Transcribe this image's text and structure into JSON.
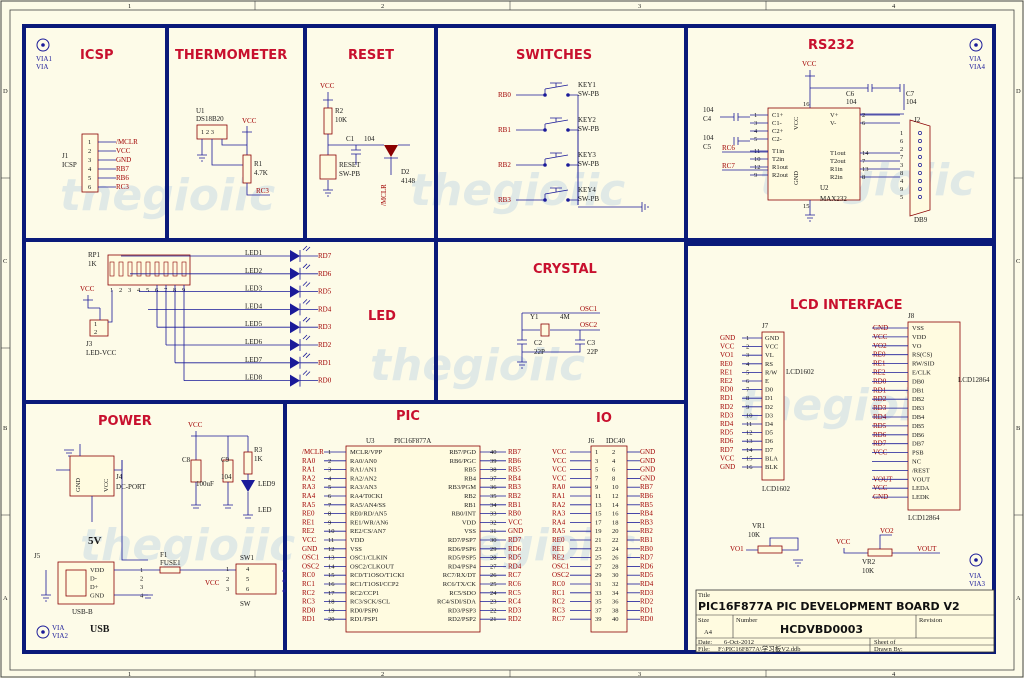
{
  "frame": {
    "cols": [
      "1",
      "2",
      "3",
      "4"
    ],
    "rows": [
      "D",
      "C",
      "B",
      "A"
    ]
  },
  "sections": {
    "icsp": "ICSP",
    "thermo": "THERMOMETER",
    "reset": "RESET",
    "switches": "SWITCHES",
    "rs232": "RS232",
    "led": "LED",
    "crystal": "CRYSTAL",
    "lcd": "LCD INTERFACE",
    "power": "POWER",
    "pic": "PIC",
    "io": "IO"
  },
  "watermark": "thegioiic",
  "vias": {
    "via1": "VIA1",
    "via4": "VIA4",
    "via2": "VIA2",
    "via3": "VIA3",
    "via": "VIA"
  },
  "icsp": {
    "ref": "J1",
    "name": "ICSP",
    "pins": [
      "1",
      "2",
      "3",
      "4",
      "5",
      "6"
    ],
    "nets": [
      "/MCLR",
      "VCC",
      "GND",
      "RB7",
      "RB6",
      "RC3"
    ]
  },
  "thermo": {
    "ref": "U1",
    "part": "DS18B20",
    "r": "R1",
    "rv": "4.7K",
    "vcc": "VCC",
    "net": "RC3"
  },
  "reset": {
    "vcc": "VCC",
    "r": "R2",
    "rv": "10K",
    "c": "C1",
    "cv": "104",
    "sw": "RESET",
    "swt": "SW-PB",
    "d": "D2",
    "dv": "4148",
    "net": "/MCLR"
  },
  "switches": {
    "keys": [
      "KEY1",
      "KEY2",
      "KEY3",
      "KEY4"
    ],
    "type": "SW-PB",
    "nets": [
      "RB0",
      "RB1",
      "RB2",
      "RB3"
    ]
  },
  "rs232": {
    "vcc": "VCC",
    "u": "U2",
    "part": "MAX232",
    "j": "J2",
    "conn": "DB9",
    "c4": "C4",
    "c5": "C5",
    "c6": "C6",
    "c7": "C7",
    "cv": "104",
    "lpins": [
      "C1+",
      "C1-",
      "C2+",
      "C2-",
      "T1in",
      "T2in",
      "R1out",
      "R2out"
    ],
    "lnums": [
      "1",
      "3",
      "4",
      "5",
      "11",
      "10",
      "12",
      "9"
    ],
    "rpins": [
      "V+",
      "V-",
      "T1out",
      "T2out",
      "R1in",
      "R2in"
    ],
    "rnums": [
      "2",
      "6",
      "14",
      "7",
      "13",
      "8"
    ],
    "top": "16",
    "bot": "15",
    "nets": [
      "RC6",
      "RC7"
    ],
    "vcc_pin": "VCC",
    "gnd_pin": "GND"
  },
  "led": {
    "rp": "RP1",
    "rpv": "1K",
    "vcc": "VCC",
    "j": "J3",
    "jn": "LED-VCC",
    "leds": [
      "LED1",
      "LED2",
      "LED3",
      "LED4",
      "LED5",
      "LED6",
      "LED7",
      "LED8"
    ],
    "nets": [
      "RD7",
      "RD6",
      "RD5",
      "RD4",
      "RD3",
      "RD2",
      "RD1",
      "RD0"
    ],
    "rpn": [
      "1",
      "2",
      "3",
      "4",
      "5",
      "6",
      "7",
      "8",
      "9"
    ],
    "jp": [
      "1",
      "2"
    ]
  },
  "crystal": {
    "y": "Y1",
    "yv": "4M",
    "c2": "C2",
    "c3": "C3",
    "cv": "22P",
    "n1": "OSC1",
    "n2": "OSC2"
  },
  "lcd1602": {
    "ref": "J7",
    "name": "LCD1602",
    "pins": [
      "GND",
      "VCC",
      "VL",
      "RS",
      "R/W",
      "E",
      "D0",
      "D1",
      "D2",
      "D3",
      "D4",
      "D5",
      "D6",
      "D7",
      "BLA",
      "BLK"
    ],
    "nets": [
      "GND",
      "VCC",
      "VO1",
      "RE0",
      "RE1",
      "RE2",
      "RD0",
      "RD1",
      "RD2",
      "RD3",
      "RD4",
      "RD5",
      "RD6",
      "RD7",
      "VCC",
      "GND"
    ],
    "nums": [
      "1",
      "2",
      "3",
      "4",
      "5",
      "6",
      "7",
      "8",
      "9",
      "10",
      "11",
      "12",
      "13",
      "14",
      "15",
      "16"
    ]
  },
  "lcd12864": {
    "ref": "J8",
    "name": "LCD12864",
    "pins": [
      "VSS",
      "VDD",
      "VO",
      "RS(CS)",
      "RW/SID",
      "E/CLK",
      "DB0",
      "DB1",
      "DB2",
      "DB3",
      "DB4",
      "DB5",
      "DB6",
      "DB7",
      "PSB",
      "NC",
      "/REST",
      "VOUT",
      "LEDA",
      "LEDK"
    ],
    "nets": [
      "GND",
      "VCC",
      "VO2",
      "RE0",
      "RE1",
      "RE2",
      "RD0",
      "RD1",
      "RD2",
      "RD3",
      "RD4",
      "RD5",
      "RD6",
      "RD7",
      "VCC",
      "",
      "",
      "VOUT",
      "VCC",
      "GND"
    ]
  },
  "pots": {
    "vr1": "VR1",
    "vr1v": "10K",
    "vo1": "VO1",
    "vr2": "VR2",
    "vr2v": "10K",
    "vo2": "VO2",
    "vcc": "VCC",
    "vout": "VOUT"
  },
  "power": {
    "j": "J4",
    "jn": "DC-PORT",
    "c8": "C8",
    "c8v": "100uF",
    "c9": "C9",
    "c9v": "104",
    "r3": "R3",
    "r3v": "1K",
    "led": "LED9",
    "ledv": "LED",
    "vcc": "VCC",
    "v5": "5V",
    "j5": "J5",
    "usb": "USB-B",
    "usbn": "USB",
    "f": "F1",
    "fv": "FUSE1",
    "sw": "SW1",
    "swv": "SW",
    "usbpins": [
      "VDD",
      "D-",
      "D+",
      "GND"
    ],
    "gnd": "GND",
    "vcc_s": "VCC"
  },
  "pic": {
    "u": "U3",
    "part": "PIC16F877A",
    "lpins": [
      "MCLR/VPP",
      "RA0/AN0",
      "RA1/AN1",
      "RA2/AN2",
      "RA3/AN3",
      "RA4/T0CKI",
      "RA5/AN4/SS",
      "RE0/RD/AN5",
      "RE1/WR/AN6",
      "RE2/CS/AN7",
      "VDD",
      "VSS",
      "OSC1/CLKIN",
      "OSC2/CLKOUT",
      "RC0/T1OSO/T1CKI",
      "RC1/T1OSI/CCP2",
      "RC2/CCP1",
      "RC3/SCK/SCL",
      "RD0/PSP0",
      "RD1/PSP1"
    ],
    "lnets": [
      "/MCLR",
      "RA0",
      "RA1",
      "RA2",
      "RA3",
      "RA4",
      "RA5",
      "RE0",
      "RE1",
      "RE2",
      "VCC",
      "GND",
      "OSC1",
      "OSC2",
      "RC0",
      "RC1",
      "RC2",
      "RC3",
      "RD0",
      "RD1"
    ],
    "rpins": [
      "RB7/PGD",
      "RB6/PGC",
      "RB5",
      "RB4",
      "RB3/PGM",
      "RB2",
      "RB1",
      "RB0/INT",
      "VDD",
      "VSS",
      "RD7/PSP7",
      "RD6/PSP6",
      "RD5/PSP5",
      "RD4/PSP4",
      "RC7/RX/DT",
      "RC6/TX/CK",
      "RC5/SDO",
      "RC4/SDI/SDA",
      "RD3/PSP3",
      "RD2/PSP2"
    ],
    "rnets": [
      "RB7",
      "RB6",
      "RB5",
      "RB4",
      "RB3",
      "RB2",
      "RB1",
      "RB0",
      "VCC",
      "GND",
      "RD7",
      "RD6",
      "RD5",
      "RD4",
      "RC7",
      "RC6",
      "RC5",
      "RC4",
      "RD3",
      "RD2"
    ]
  },
  "io": {
    "j": "J6",
    "part": "IDC40",
    "lnets": [
      "VCC",
      "VCC",
      "VCC",
      "VCC",
      "RA0",
      "RA1",
      "RA2",
      "RA3",
      "RA4",
      "RA5",
      "RE0",
      "RE1",
      "RE2",
      "OSC1",
      "OSC2",
      "RC0",
      "RC1",
      "RC2",
      "RC3",
      "RC7"
    ],
    "rnets": [
      "GND",
      "GND",
      "GND",
      "GND",
      "RB7",
      "RB6",
      "RB5",
      "RB4",
      "RB3",
      "RB2",
      "RB1",
      "RB0",
      "RD7",
      "RD6",
      "RD5",
      "RD4",
      "RD3",
      "RD2",
      "RD1",
      "RD0"
    ]
  },
  "titleblock": {
    "title_lbl": "Title",
    "title": "PIC16F877A PIC DEVELOPMENT BOARD V2",
    "size_lbl": "Size",
    "size": "A4",
    "number_lbl": "Number",
    "number": "HCDVBD0003",
    "rev_lbl": "Revision",
    "date_lbl": "Date:",
    "date": "6-Oct-2012",
    "sheet_lbl": "Sheet  of",
    "file_lbl": "File:",
    "file": "F:\\PIC16F877A\\学习板V2.ddb",
    "drawn_lbl": "Drawn By:"
  }
}
